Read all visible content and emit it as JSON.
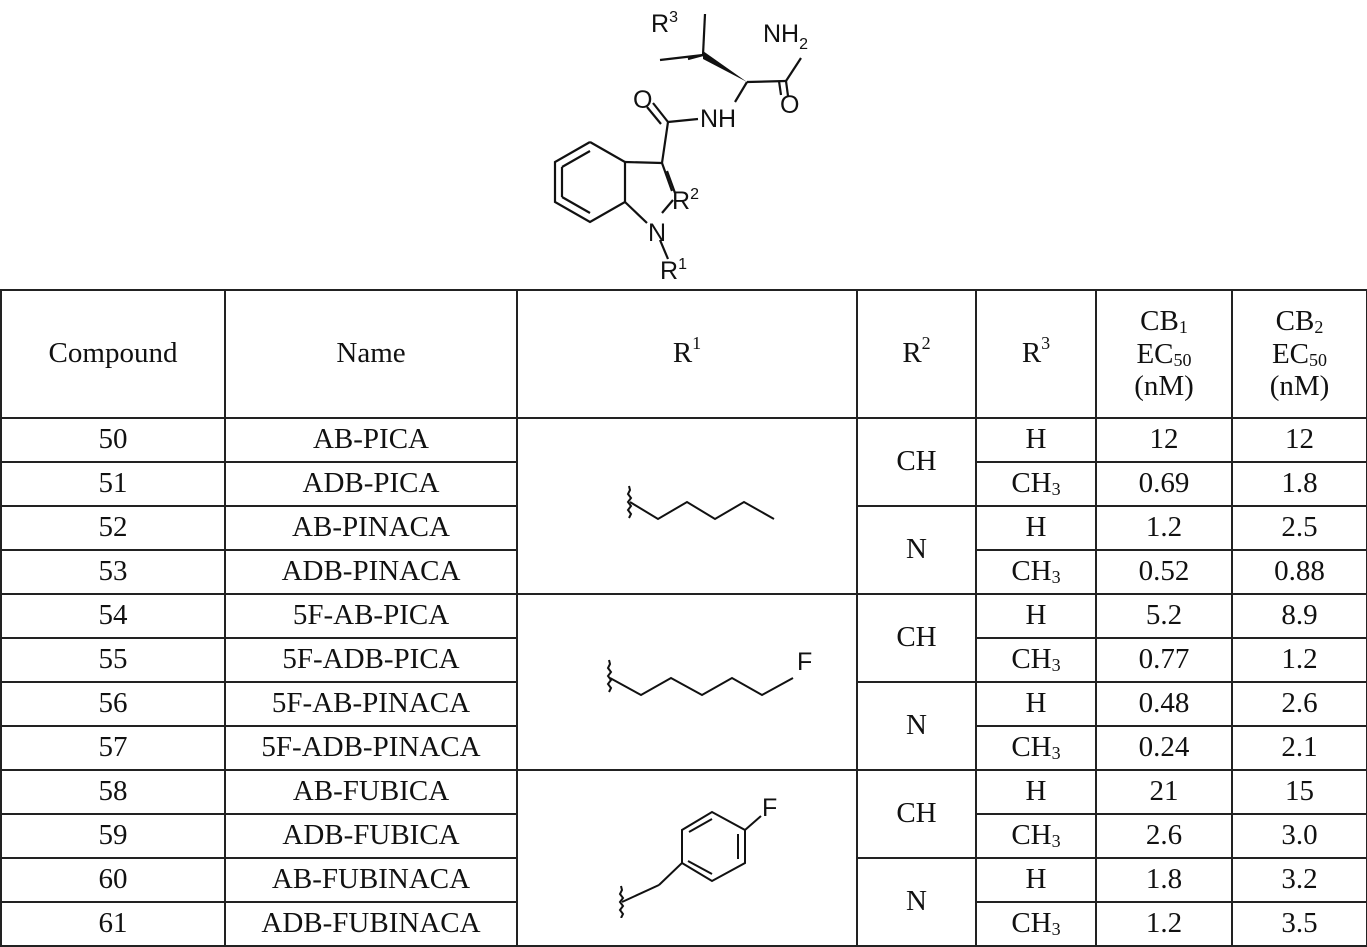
{
  "structure": {
    "labels": {
      "r3": "R",
      "r3_sup": "3",
      "nh2": "NH",
      "nh2_sub": "2",
      "o_amide": "O",
      "o_carbonyl": "O",
      "nh": "NH",
      "r2": "R",
      "r2_sup": "2",
      "n": "N",
      "r1": "R",
      "r1_sup": "1"
    }
  },
  "table": {
    "headers": {
      "compound": "Compound",
      "name": "Name",
      "r1": "R",
      "r1_sup": "1",
      "r2": "R",
      "r2_sup": "2",
      "r3": "R",
      "r3_sup": "3",
      "cb1_line1": "CB",
      "cb1_sub": "1",
      "cb1_line2": "EC",
      "cb1_line2_sub": "50",
      "cb1_line3": "(nM)",
      "cb2_line1": "CB",
      "cb2_sub": "2",
      "cb2_line2": "EC",
      "cb2_line2_sub": "50",
      "cb2_line3": "(nM)"
    },
    "r1_groups": [
      {
        "label": ""
      },
      {
        "label": "F"
      },
      {
        "label": "F"
      }
    ],
    "r2_values": [
      "CH",
      "N",
      "CH",
      "N",
      "CH",
      "N"
    ],
    "rows": [
      {
        "compound": "50",
        "name": "AB-PICA",
        "r3": "H",
        "r3_sub": "",
        "cb1": "12",
        "cb2": "12"
      },
      {
        "compound": "51",
        "name": "ADB-PICA",
        "r3": "CH",
        "r3_sub": "3",
        "cb1": "0.69",
        "cb2": "1.8"
      },
      {
        "compound": "52",
        "name": "AB-PINACA",
        "r3": "H",
        "r3_sub": "",
        "cb1": "1.2",
        "cb2": "2.5"
      },
      {
        "compound": "53",
        "name": "ADB-PINACA",
        "r3": "CH",
        "r3_sub": "3",
        "cb1": "0.52",
        "cb2": "0.88"
      },
      {
        "compound": "54",
        "name": "5F-AB-PICA",
        "r3": "H",
        "r3_sub": "",
        "cb1": "5.2",
        "cb2": "8.9"
      },
      {
        "compound": "55",
        "name": "5F-ADB-PICA",
        "r3": "CH",
        "r3_sub": "3",
        "cb1": "0.77",
        "cb2": "1.2"
      },
      {
        "compound": "56",
        "name": "5F-AB-PINACA",
        "r3": "H",
        "r3_sub": "",
        "cb1": "0.48",
        "cb2": "2.6"
      },
      {
        "compound": "57",
        "name": "5F-ADB-PINACA",
        "r3": "CH",
        "r3_sub": "3",
        "cb1": "0.24",
        "cb2": "2.1"
      },
      {
        "compound": "58",
        "name": "AB-FUBICA",
        "r3": "H",
        "r3_sub": "",
        "cb1": "21",
        "cb2": "15"
      },
      {
        "compound": "59",
        "name": "ADB-FUBICA",
        "r3": "CH",
        "r3_sub": "3",
        "cb1": "2.6",
        "cb2": "3.0"
      },
      {
        "compound": "60",
        "name": "AB-FUBINACA",
        "r3": "H",
        "r3_sub": "",
        "cb1": "1.8",
        "cb2": "3.2"
      },
      {
        "compound": "61",
        "name": "ADB-FUBINACA",
        "r3": "CH",
        "r3_sub": "3",
        "cb1": "1.2",
        "cb2": "3.5"
      }
    ]
  }
}
